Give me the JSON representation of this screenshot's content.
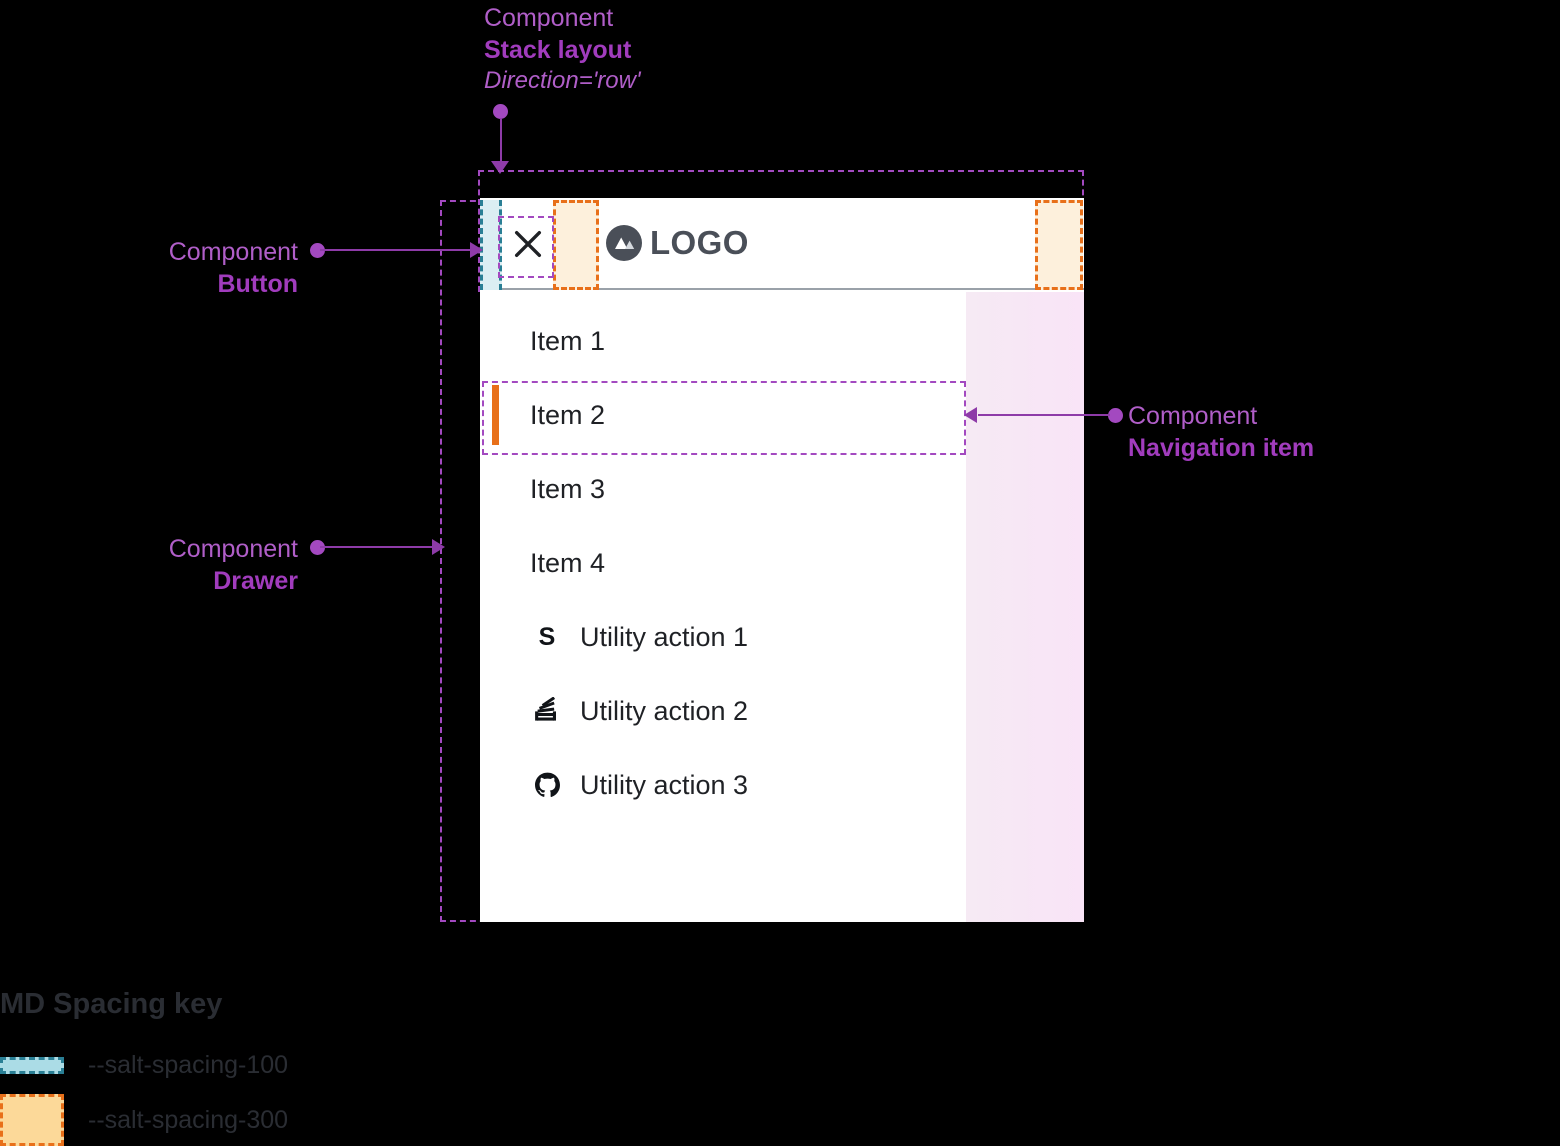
{
  "annotations": {
    "stack_layout": {
      "kind": "Component",
      "name": "Stack layout",
      "prop": "Direction='row'"
    },
    "button": {
      "kind": "Component",
      "name": "Button"
    },
    "drawer": {
      "kind": "Component",
      "name": "Drawer"
    },
    "navigation_item": {
      "kind": "Component",
      "name": "Navigation item"
    }
  },
  "drawer": {
    "header": {
      "close_icon": "close-icon",
      "logo_icon": "mountain-logo-icon",
      "logo_text": "LOGO"
    },
    "nav_items": [
      {
        "label": "Item 1",
        "selected": false
      },
      {
        "label": "Item 2",
        "selected": true
      },
      {
        "label": "Item 3",
        "selected": false
      },
      {
        "label": "Item 4",
        "selected": false
      }
    ],
    "utility_actions": [
      {
        "label": "Utility action 1",
        "icon": "storybook-icon"
      },
      {
        "label": "Utility action 2",
        "icon": "stackoverflow-icon"
      },
      {
        "label": "Utility action 3",
        "icon": "github-icon"
      }
    ]
  },
  "spacing_key": {
    "title": "MD Spacing key",
    "entries": [
      {
        "token": "--salt-spacing-100",
        "swatch_color": "#abdce6",
        "border_color": "#2a7f95"
      },
      {
        "token": "--salt-spacing-300",
        "swatch_color": "#fcd999",
        "border_color": "#e8701a"
      }
    ]
  },
  "colors": {
    "annotation": "#a349c0",
    "connector": "#8e3ba8",
    "selection_indicator": "#e8701a",
    "spacing_100": "#abdce6",
    "spacing_300": "#fcd999",
    "logo": "#4a4f58",
    "scrim": "#f7e7f5"
  }
}
